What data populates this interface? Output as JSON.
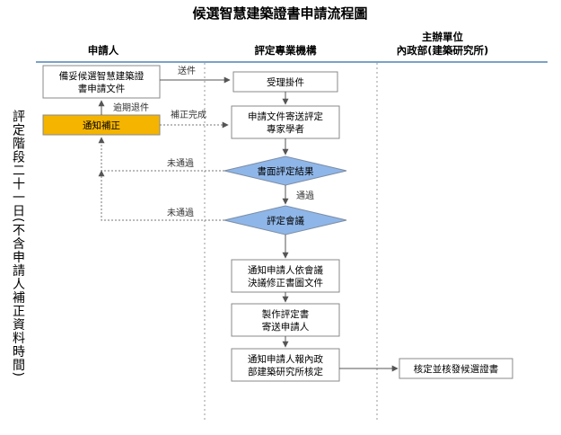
{
  "title": "候選智慧建築證書申請流程圖",
  "columns": {
    "applicant": "申請人",
    "evaluator": "評定專業機構",
    "organizer_line1": "主辦單位",
    "organizer_line2": "內政部(建築研究所)"
  },
  "side_label": "評定階段二十一日(不含申請人補正資料時間)",
  "nodes": {
    "prepare_l1": "備妥候選智慧建築證",
    "prepare_l2": "書申請文件",
    "notify_fix": "通知補正",
    "accept": "受理掛件",
    "send_l1": "申請文件寄送評定",
    "send_l2": "專家學者",
    "review": "書面評定結果",
    "meeting": "評定會議",
    "revise_l1": "通知申請人依會議",
    "revise_l2": "決議修正書圖文件",
    "cert_l1": "製作評定書",
    "cert_l2": "寄送申請人",
    "report_l1": "通知申請人報內政",
    "report_l2": "部建築研究所核定",
    "approve": "核定並核發候選證書"
  },
  "edge_labels": {
    "submit": "送件",
    "overdue": "逾期退件",
    "fixed": "補正完成",
    "fail1": "未通過",
    "pass": "通過",
    "fail2": "未通過"
  },
  "colors": {
    "header_line": "#7aa2c7",
    "highlight": "#f4b400",
    "diamond": "#8fb6e8"
  }
}
